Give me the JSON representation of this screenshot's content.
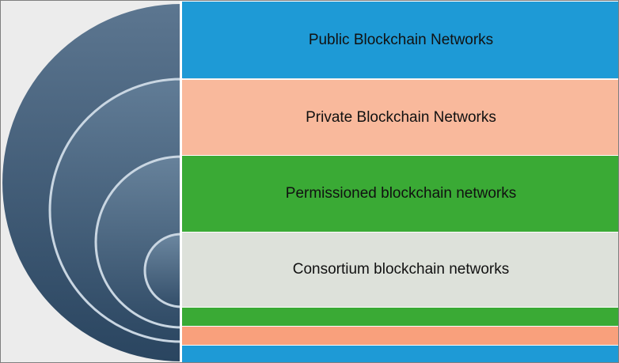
{
  "diagram": {
    "bands": [
      {
        "label": "Public Blockchain Networks"
      },
      {
        "label": "Private Blockchain Networks"
      },
      {
        "label": "Permissioned blockchain networks"
      },
      {
        "label": "Consortium blockchain networks"
      }
    ],
    "colors": {
      "blue": "#1e9ad6",
      "salmon": "#f9b99c",
      "green": "#3aaa35",
      "light_gray": "#dde1da",
      "arc_dark": "#2f4a63",
      "arc_light": "#6d8aa3"
    }
  }
}
